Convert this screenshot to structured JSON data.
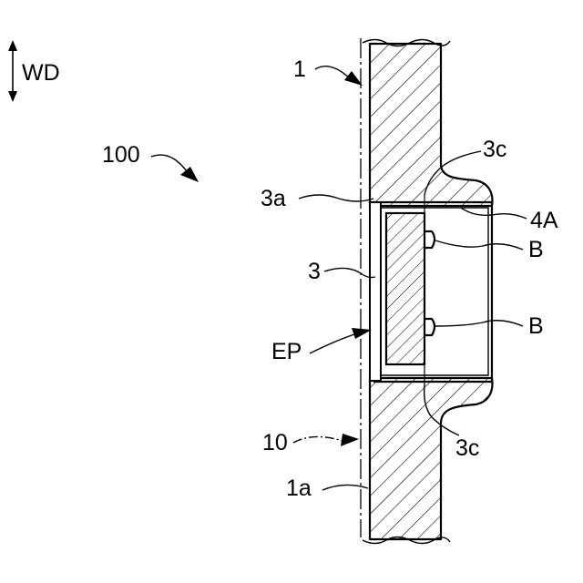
{
  "labels": {
    "wd": "WD",
    "assembly_100": "100",
    "part_1": "1",
    "part_3a": "3a",
    "part_3": "3",
    "part_ep": "EP",
    "part_10": "10",
    "part_1a": "1a",
    "part_3c_top": "3c",
    "part_4a": "4A",
    "part_b_upper": "B",
    "part_b_lower": "B",
    "part_3c_bottom": "3c"
  }
}
